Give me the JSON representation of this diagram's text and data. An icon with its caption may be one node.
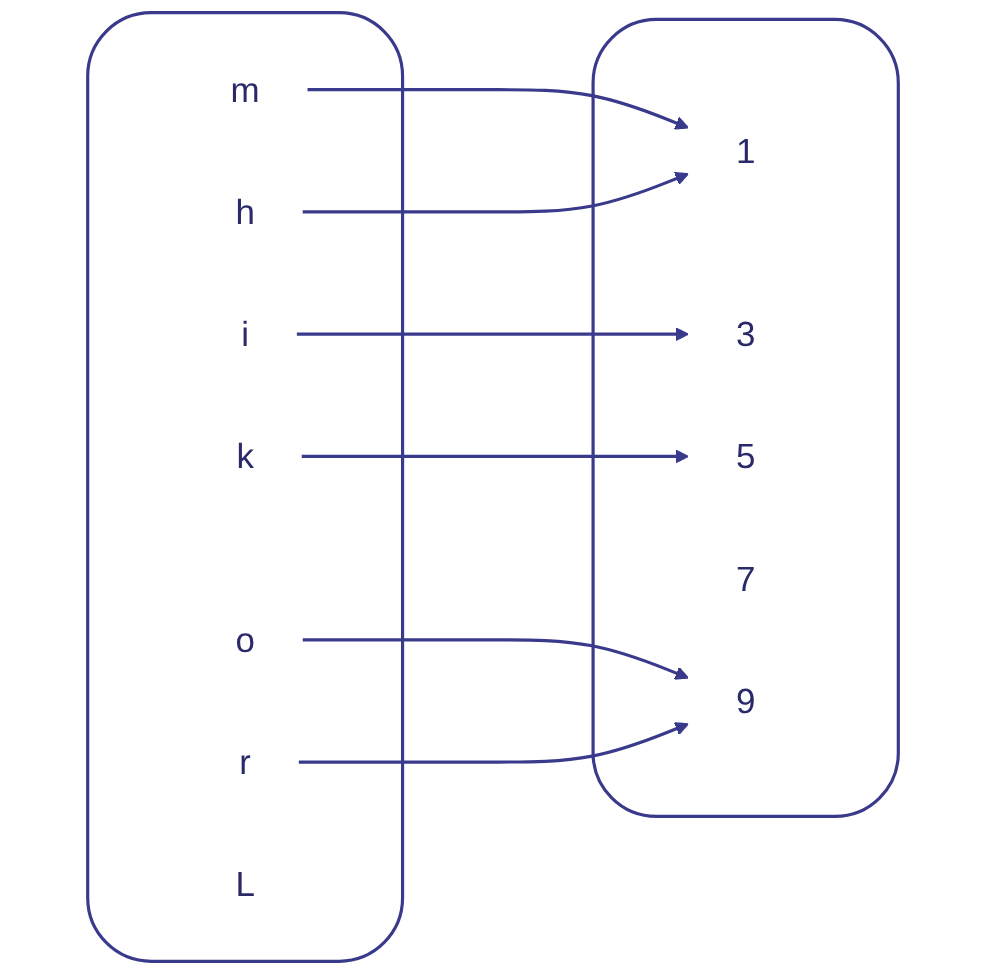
{
  "diagram": {
    "nodes": [
      {
        "text": [],
        "shape": "oval"
      },
      {
        "text": [
          "m"
        ],
        "in": 0
      },
      {
        "text": [
          "h"
        ],
        "in": 0
      },
      {
        "text": [
          "i"
        ],
        "in": 0
      },
      {
        "text": [
          "k"
        ],
        "in": 0
      },
      {
        "text": [
          "o"
        ],
        "in": 0
      },
      {
        "text": [
          "r"
        ],
        "in": 0
      },
      {
        "text": [
          "L"
        ],
        "in": 0
      },
      {
        "text": [],
        "shape": "oval"
      },
      {
        "text": [
          "1"
        ],
        "in": 8
      },
      {
        "text": [
          "3"
        ],
        "in": 8
      },
      {
        "text": [
          "5"
        ],
        "in": 8
      },
      {
        "text": [
          "7"
        ],
        "in": 8
      },
      {
        "text": [
          "9"
        ],
        "in": 8
      }
    ],
    "edges": [
      {
        "from": 1,
        "to": 9,
        "arrow": "to"
      },
      {
        "from": 2,
        "to": 9,
        "arrow": "to"
      },
      {
        "from": 3,
        "to": 10,
        "arrow": "to"
      },
      {
        "from": 4,
        "to": 11,
        "arrow": "to"
      },
      {
        "from": 5,
        "to": 13,
        "arrow": "to"
      },
      {
        "from": 6,
        "to": 13,
        "arrow": "to"
      }
    ]
  }
}
